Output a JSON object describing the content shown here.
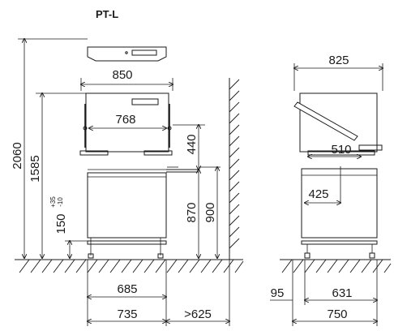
{
  "title": "PT-L",
  "front_view": {
    "overall_height": "2060",
    "open_height": "1585",
    "rail_height": "150",
    "rail_tolerance_plus": "+35",
    "rail_tolerance_minus": "-10",
    "hood_width": "850",
    "inner_width": "768",
    "hood_lift": "440",
    "table_height": "870",
    "table_height_alt": "900",
    "base_width": "685",
    "total_width": "735",
    "wall_clearance": ">625"
  },
  "side_view": {
    "hood_width": "825",
    "inner_depth": "510",
    "rack_depth": "425",
    "wall_offset": "95",
    "base_depth": "631",
    "total_depth": "750"
  }
}
